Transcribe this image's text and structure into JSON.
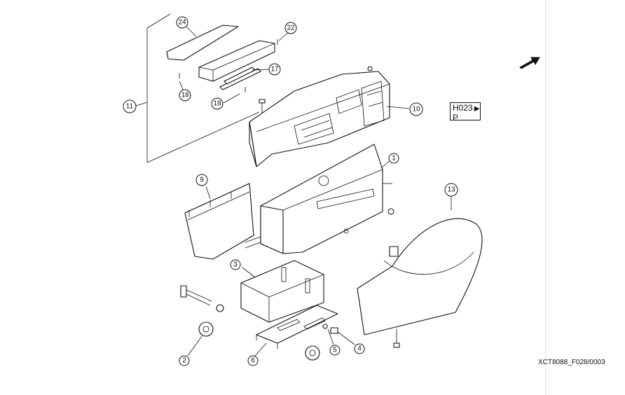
{
  "callouts": [
    "24",
    "22",
    "17",
    "11",
    "18",
    "18",
    "10",
    "1",
    "9",
    "13",
    "3",
    "2",
    "6",
    "5",
    "4"
  ],
  "reference_box": {
    "line1": "H023",
    "arrow": "▶",
    "line2": "P"
  },
  "figure_id": "XCT8088_F028/0003"
}
